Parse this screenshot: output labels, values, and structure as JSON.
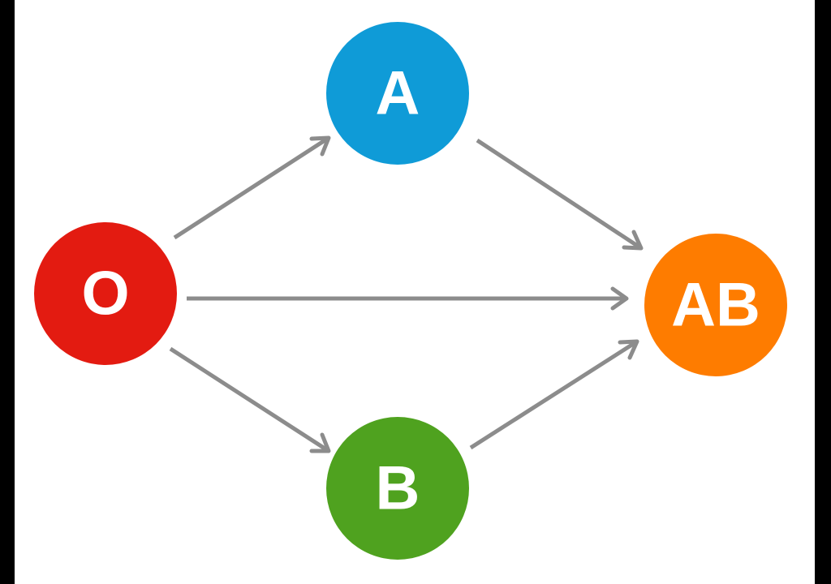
{
  "diagram": {
    "nodes": [
      {
        "id": "O",
        "label": "O",
        "color": "#e31b11"
      },
      {
        "id": "A",
        "label": "A",
        "color": "#0f9bd7"
      },
      {
        "id": "B",
        "label": "B",
        "color": "#4fa21f"
      },
      {
        "id": "AB",
        "label": "AB",
        "color": "#fe7c00"
      }
    ],
    "edges": [
      {
        "from": "O",
        "to": "A"
      },
      {
        "from": "O",
        "to": "AB"
      },
      {
        "from": "O",
        "to": "B"
      },
      {
        "from": "A",
        "to": "AB"
      },
      {
        "from": "B",
        "to": "AB"
      }
    ],
    "edge_color": "#8c8c8c"
  }
}
